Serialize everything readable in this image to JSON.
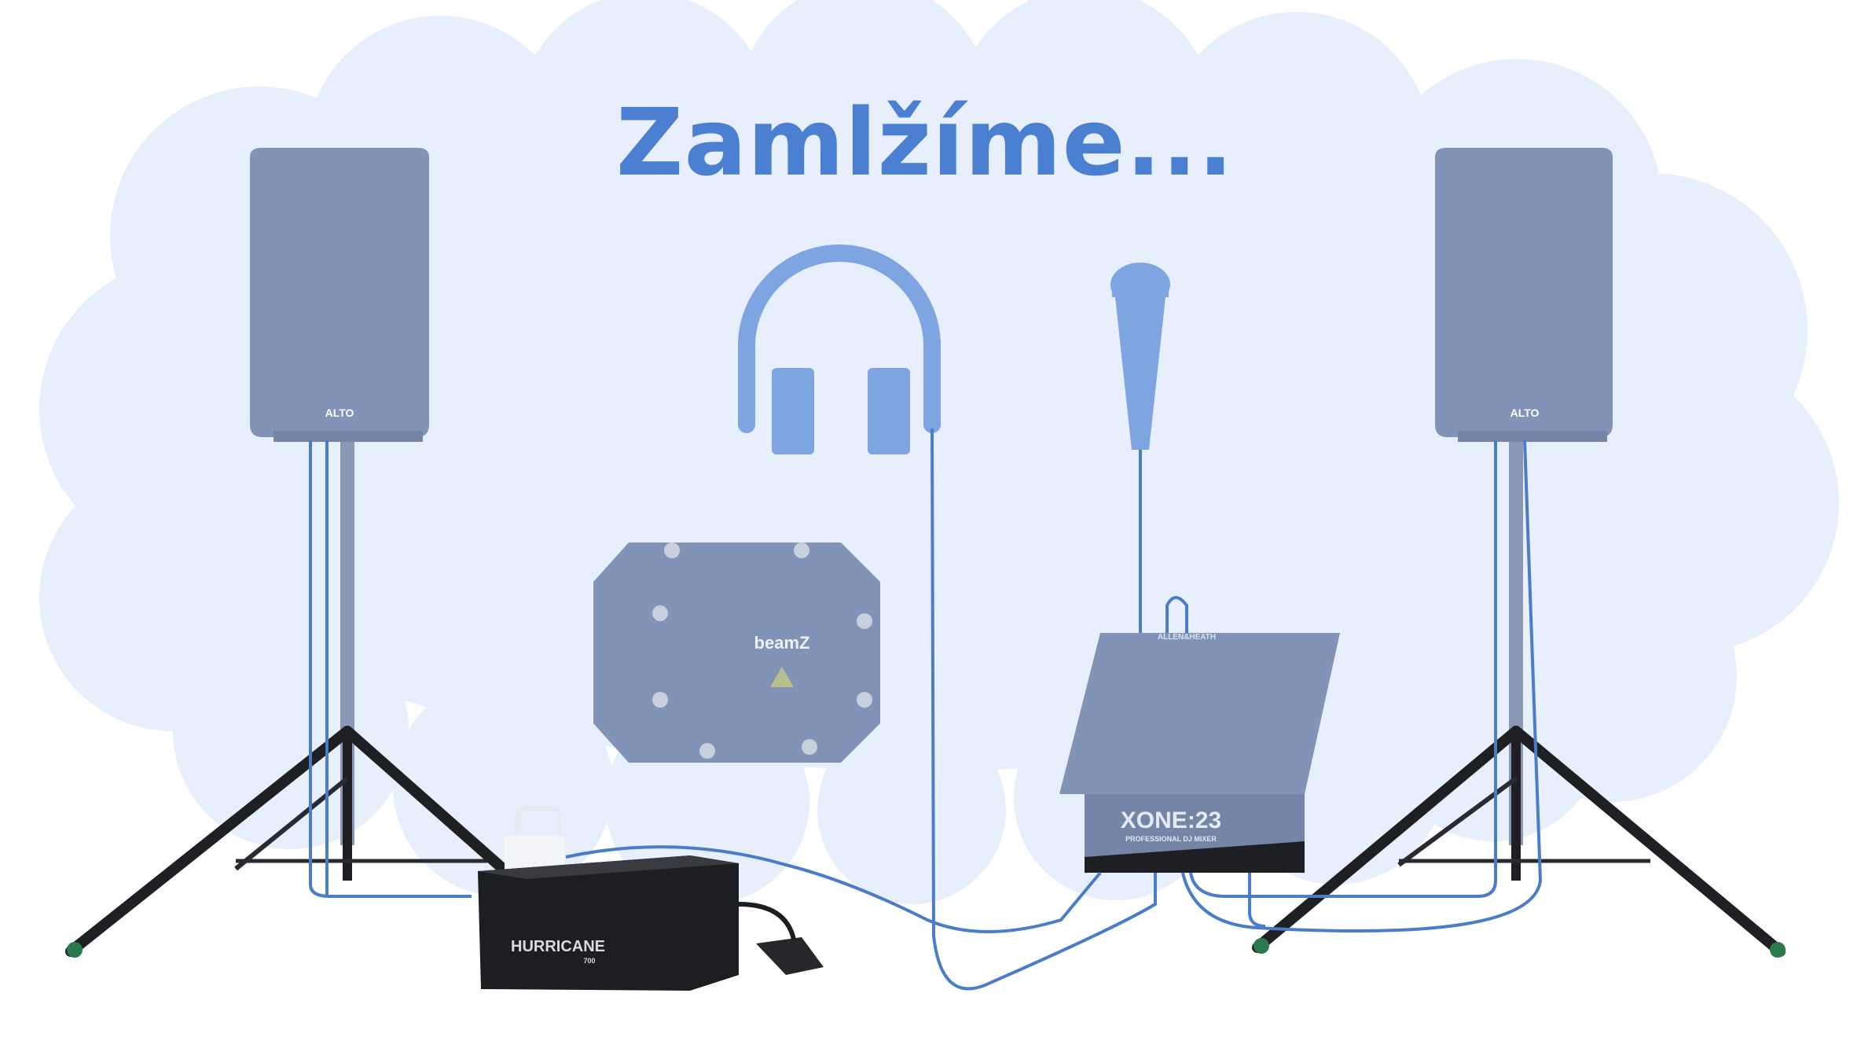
{
  "heading": "Zamlžíme...",
  "brands": {
    "speaker_left": "ALTO",
    "speaker_right": "ALTO",
    "laser": "beamZ",
    "mixer_maker": "ALLEN&HEATH",
    "mixer_model": "XONE:23",
    "mixer_subtitle": "PROFESSIONAL DJ MIXER",
    "fog_machine": "HURRICANE",
    "fog_model": "700"
  },
  "colors": {
    "cloud": "#e8effc",
    "heading": "#4a7fd1",
    "icons": "#7ea4e2",
    "cable": "#4a7cc9",
    "faded_gear": "#8193b6"
  }
}
